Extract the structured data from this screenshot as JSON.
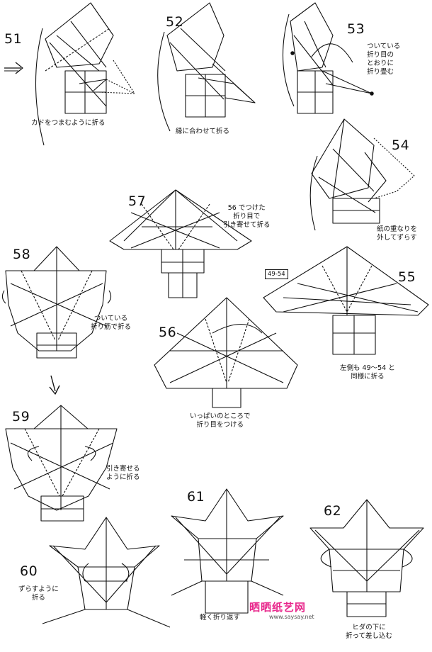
{
  "steps": [
    {
      "num": "51",
      "caption": "カドをつまむように折る"
    },
    {
      "num": "52",
      "caption": "縁に合わせて折る"
    },
    {
      "num": "53",
      "caption": "ついている\n折り目の\nとおりに\n折り畳む"
    },
    {
      "num": "54",
      "caption": "紙の重なりを\n外してずらす"
    },
    {
      "num": "55",
      "caption": "左側も 49～54 と\n同様に折る",
      "ref": "49-54"
    },
    {
      "num": "56",
      "caption": "いっぱいのところで\n折り目をつける"
    },
    {
      "num": "57",
      "caption": "56 でつけた\n折り目で\n引き寄せて折る"
    },
    {
      "num": "58",
      "caption": "ついている\n折り筋で折る"
    },
    {
      "num": "59",
      "caption": "引き寄せる\nように折る"
    },
    {
      "num": "60",
      "caption": "ずらすように\n折る"
    },
    {
      "num": "61",
      "caption": "軽く折り返す"
    },
    {
      "num": "62",
      "caption": "ヒダの下に\n折って差し込む"
    }
  ],
  "watermark": {
    "title": "晒晒纸艺网",
    "url": "www.saysay.net"
  }
}
